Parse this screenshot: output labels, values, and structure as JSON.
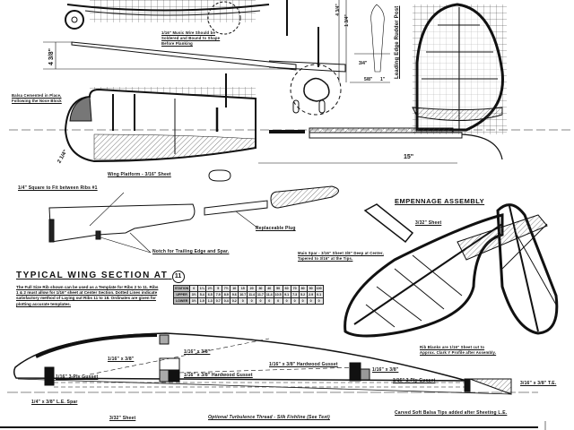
{
  "labels": {
    "music_wire": "1/16\" Music Wire Should be Soldered and Bound to Shape Before Planking",
    "balsa_cemented": "Balsa Cemented in Place, Following the Nose Block",
    "wing_platform": "Wing Platform - 3/16\" Sheet",
    "sq_balsa": "1/4\" Square to Fit between Ribs #1",
    "notch": "Notch for Trailing Edge and Spar.",
    "replaceable_plug": "Replaceable Plug",
    "leading_edge_rudder": "Leading Edge Rudder Post",
    "empennage_title": "EMPENNAGE ASSEMBLY",
    "sheet_3_32": "3/32\" Sheet",
    "main_spar": "Main Spar - 3/16\" Sheet 3/8\" Deep at Center, Tapered to 3/16\" at the Tips.",
    "rib_blanks": "Rib Blanks are 1/16\" Sheet cut to Approx. Clark Y Profile after Assembly.",
    "wing_section_title": "TYPICAL WING SECTION AT",
    "wing_section_station": "11",
    "wing_section_text": "The Full Size Rib shown can be used as a Template for Ribs 2 to 11. Ribs 1 & 2 must allow for 1/16\" sheet at Center Section. Dotted Lines indicate satisfactory method of Laying out Ribs 11 to 18. Ordinates are given for plotting accurate templates.",
    "gusset_top": "1/16\" x 3/8\"",
    "gusset_left": "1/16\" x 3/8\"",
    "ply_gusset_left": "1/16\" 3-Ply Gusset",
    "hardwood_gusset_1": "1/16\" x 3/8\" Hardwood Gusset",
    "hardwood_gusset_2": "1/16\" x 3/8\" Hardwood Gusset",
    "gusset_right": "1/16\" x 3/8\"",
    "ply_gusset_right": "1/16\" 3-Ply Gusset",
    "te": "3/16\" x 3/8\" T.E.",
    "le_spar": "1/4\" x 3/8\" L.E. Spar",
    "carved_tips": "Carved Soft Balsa Tips added after Sheeting L.E.",
    "sheet_bottom": "3/32\" Sheet",
    "turbulence": "Optional Turbulence Thread - Silk Fishline (See Text)"
  },
  "dimensions": {
    "span": "15\"",
    "height_left": "4 3/8\"",
    "nose": "2 1/4\"",
    "d1": "4 3/4\"",
    "d2": "1 3/4\"",
    "d3": "3/4\"",
    "d4": "5/8\"",
    "d5": "1\""
  },
  "ordinates": {
    "headers": [
      "STATION",
      "UPPER",
      "LOWER"
    ],
    "station": [
      "0",
      "1¼",
      "2½",
      "5",
      "7½",
      "10",
      "15",
      "20",
      "30",
      "40",
      "50",
      "60",
      "70",
      "80",
      "90",
      "100"
    ],
    "upper": [
      "3½",
      "5.4",
      "6.5",
      "7.9",
      "8.9",
      "9.6",
      "10.7",
      "11.4",
      "11.7",
      "11.4",
      "10.5",
      "9.1",
      "7.3",
      "5.2",
      "2.9",
      "0.1"
    ],
    "lower": [
      "3½",
      "1.9",
      "1.3",
      "0.7",
      "0.4",
      "0.2",
      "0",
      "0",
      "0",
      "0",
      "0",
      "0",
      "0",
      "0",
      "0",
      "0"
    ]
  }
}
